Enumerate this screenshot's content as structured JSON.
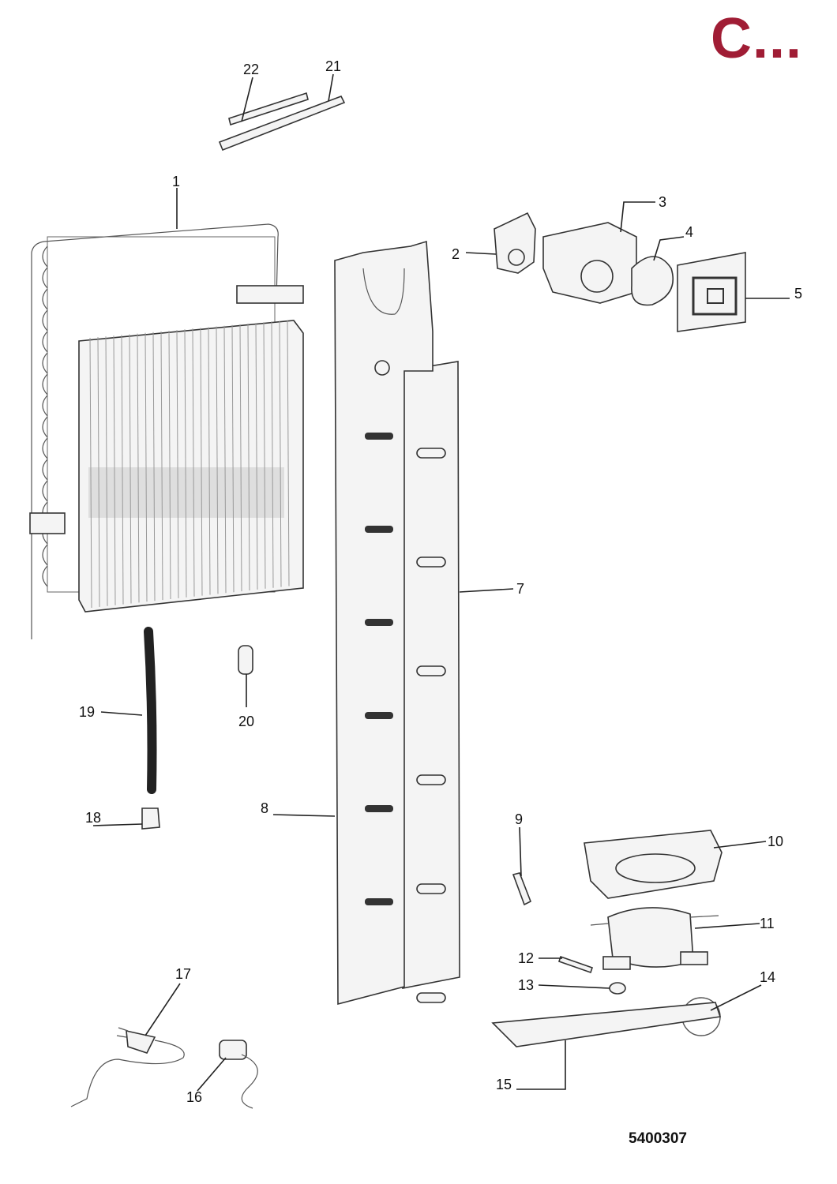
{
  "header": {
    "section_code": "C..."
  },
  "footer": {
    "drawing_number": "5400307"
  },
  "diagram": {
    "labels": [
      {
        "id": "1",
        "text": "1"
      },
      {
        "id": "2",
        "text": "2"
      },
      {
        "id": "3",
        "text": "3"
      },
      {
        "id": "4",
        "text": "4"
      },
      {
        "id": "5",
        "text": "5"
      },
      {
        "id": "7",
        "text": "7"
      },
      {
        "id": "8",
        "text": "8"
      },
      {
        "id": "9",
        "text": "9"
      },
      {
        "id": "10",
        "text": "10"
      },
      {
        "id": "11",
        "text": "11"
      },
      {
        "id": "12",
        "text": "12"
      },
      {
        "id": "13",
        "text": "13"
      },
      {
        "id": "14",
        "text": "14"
      },
      {
        "id": "15",
        "text": "15"
      },
      {
        "id": "16",
        "text": "16"
      },
      {
        "id": "17",
        "text": "17"
      },
      {
        "id": "18",
        "text": "18"
      },
      {
        "id": "19",
        "text": "19"
      },
      {
        "id": "20",
        "text": "20"
      },
      {
        "id": "21",
        "text": "21"
      },
      {
        "id": "22",
        "text": "22"
      }
    ],
    "colors": {
      "accent": "#a01d35",
      "ink": "#222222"
    }
  }
}
